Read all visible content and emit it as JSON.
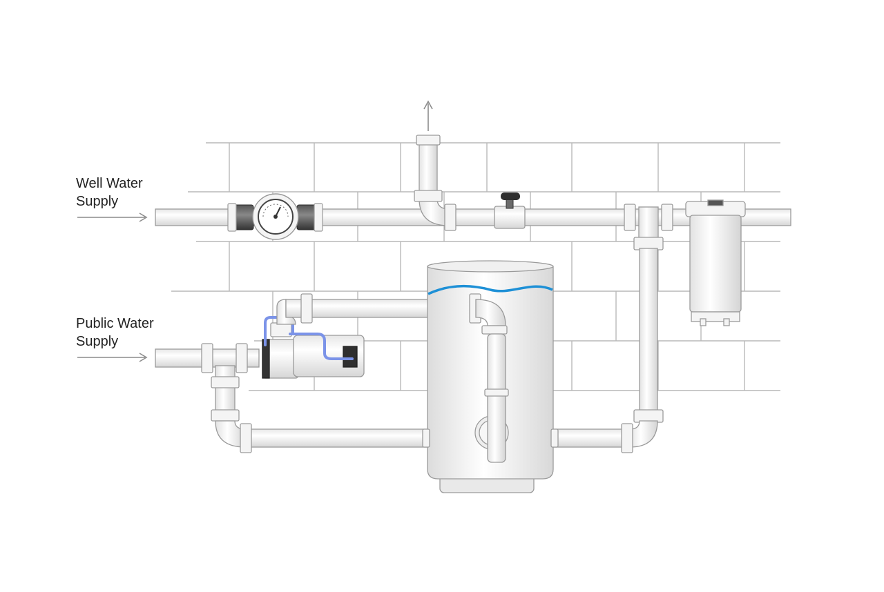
{
  "labels": {
    "well_water_supply": [
      "Well Water",
      "Supply"
    ],
    "public_water_supply": [
      "Public Water",
      "Supply"
    ]
  },
  "colors": {
    "pipe_fill": "#f4f4f4",
    "pipe_stroke": "#9a9a9a",
    "wall_lines": "#b9b9b9",
    "arrow": "#8c8c8c",
    "water_wave": "#1e90d6",
    "pump_line": "#7b93e8",
    "dark_fitting": "#3a3a3a"
  },
  "icons": [
    "up-arrow-icon",
    "right-arrow-icon",
    "pressure-gauge-icon",
    "valve-handle-icon"
  ]
}
